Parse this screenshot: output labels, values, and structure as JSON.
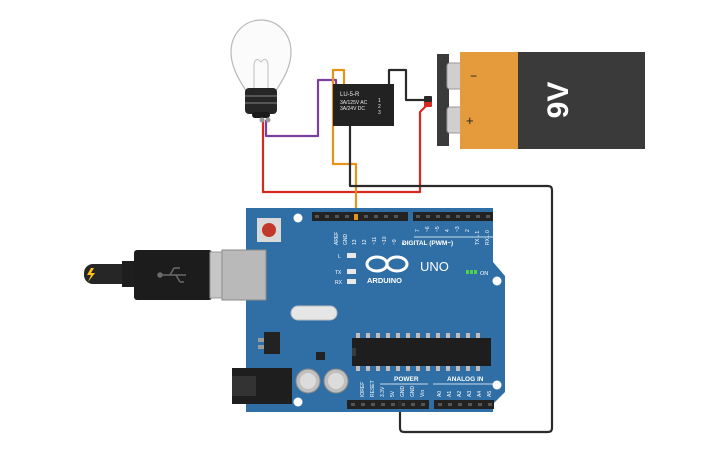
{
  "battery": {
    "voltage": "9V",
    "neg_symbol": "−",
    "pos_symbol": "+"
  },
  "relay": {
    "model": "LU-5-R",
    "rating_ac": "3A/125V AC",
    "rating_dc": "3A/24V DC",
    "pin_numbers": [
      "1",
      "2",
      "3"
    ]
  },
  "arduino": {
    "brand": "ARDUINO",
    "model": "UNO",
    "digital_header_label": "DIGITAL (PWM~)",
    "power_label": "POWER",
    "analog_label": "ANALOG IN",
    "on_label": "ON",
    "led_labels": [
      "L",
      "TX",
      "RX"
    ],
    "digital_pins": [
      "AREF",
      "GND",
      "13",
      "12",
      "~11",
      "~10",
      "~9",
      "8",
      "7",
      "~6",
      "~5",
      "4",
      "~3",
      "2",
      "TX→1",
      "RX←0"
    ],
    "power_pins": [
      "IOREF",
      "RESET",
      "3.3V",
      "5V",
      "GND",
      "GND",
      "Vin"
    ],
    "analog_pins": [
      "A0",
      "A1",
      "A2",
      "A3",
      "A4",
      "A5"
    ]
  },
  "colors": {
    "wire_red": "#d42a20",
    "wire_orange": "#e8921e",
    "wire_purple": "#7b3fa0",
    "wire_black": "#2a2a2a",
    "board_blue": "#2f6fa6",
    "battery_orange": "#e59a3c",
    "battery_black": "#3a3a3a"
  }
}
